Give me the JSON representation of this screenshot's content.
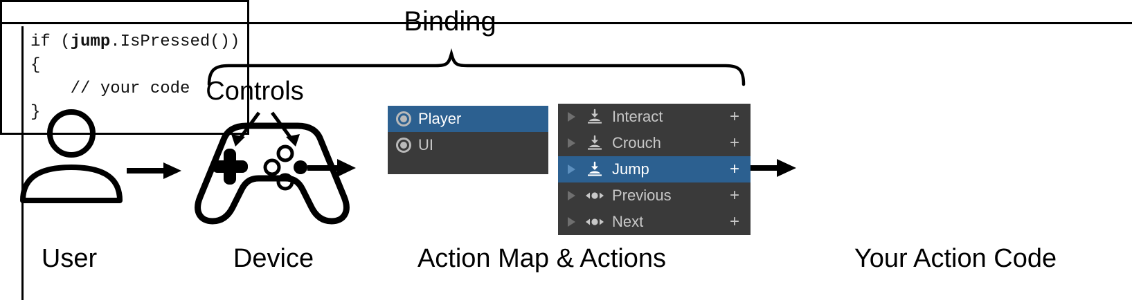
{
  "diagram": {
    "title_brace_label": "Binding",
    "controls_label": "Controls",
    "captions": {
      "user": "User",
      "device": "Device",
      "action_map": "Action Map & Actions",
      "code": "Your Action Code"
    }
  },
  "action_map_panel": {
    "rows": [
      {
        "label": "Player",
        "icon": "action-map-icon",
        "selected": true
      },
      {
        "label": "UI",
        "icon": "action-map-icon",
        "selected": false
      }
    ]
  },
  "actions_panel": {
    "add_binding_symbol": "+",
    "rows": [
      {
        "label": "Interact",
        "icon": "button-action-icon",
        "selected": false,
        "plus": "+"
      },
      {
        "label": "Crouch",
        "icon": "button-action-icon",
        "selected": false,
        "plus": "+"
      },
      {
        "label": "Jump",
        "icon": "button-action-icon",
        "selected": true,
        "plus": "+"
      },
      {
        "label": "Previous",
        "icon": "axis-action-icon",
        "selected": false,
        "plus": "+"
      },
      {
        "label": "Next",
        "icon": "axis-action-icon",
        "selected": false,
        "plus": "+"
      }
    ]
  },
  "code_window": {
    "lines": [
      {
        "segments": [
          {
            "text": "if (",
            "bold": false
          },
          {
            "text": "jump",
            "bold": true
          },
          {
            "text": ".IsPressed())",
            "bold": false
          }
        ]
      },
      {
        "segments": [
          {
            "text": "{",
            "bold": false
          }
        ]
      },
      {
        "segments": [
          {
            "text": "    // your code",
            "bold": false
          }
        ]
      },
      {
        "segments": [
          {
            "text": "}",
            "bold": false
          }
        ]
      }
    ]
  },
  "colors": {
    "selection_blue": "#2c6090",
    "panel_dark": "#3a3a3a",
    "panel_text": "#c8c8c8",
    "background": "#ffffff",
    "stroke": "#000000"
  },
  "icons": {
    "user": "person-icon",
    "device": "gamepad-icon",
    "flow_arrow": "right-arrow-icon",
    "brace": "curly-brace-icon",
    "controls_pointer": "down-arrow-icon"
  }
}
